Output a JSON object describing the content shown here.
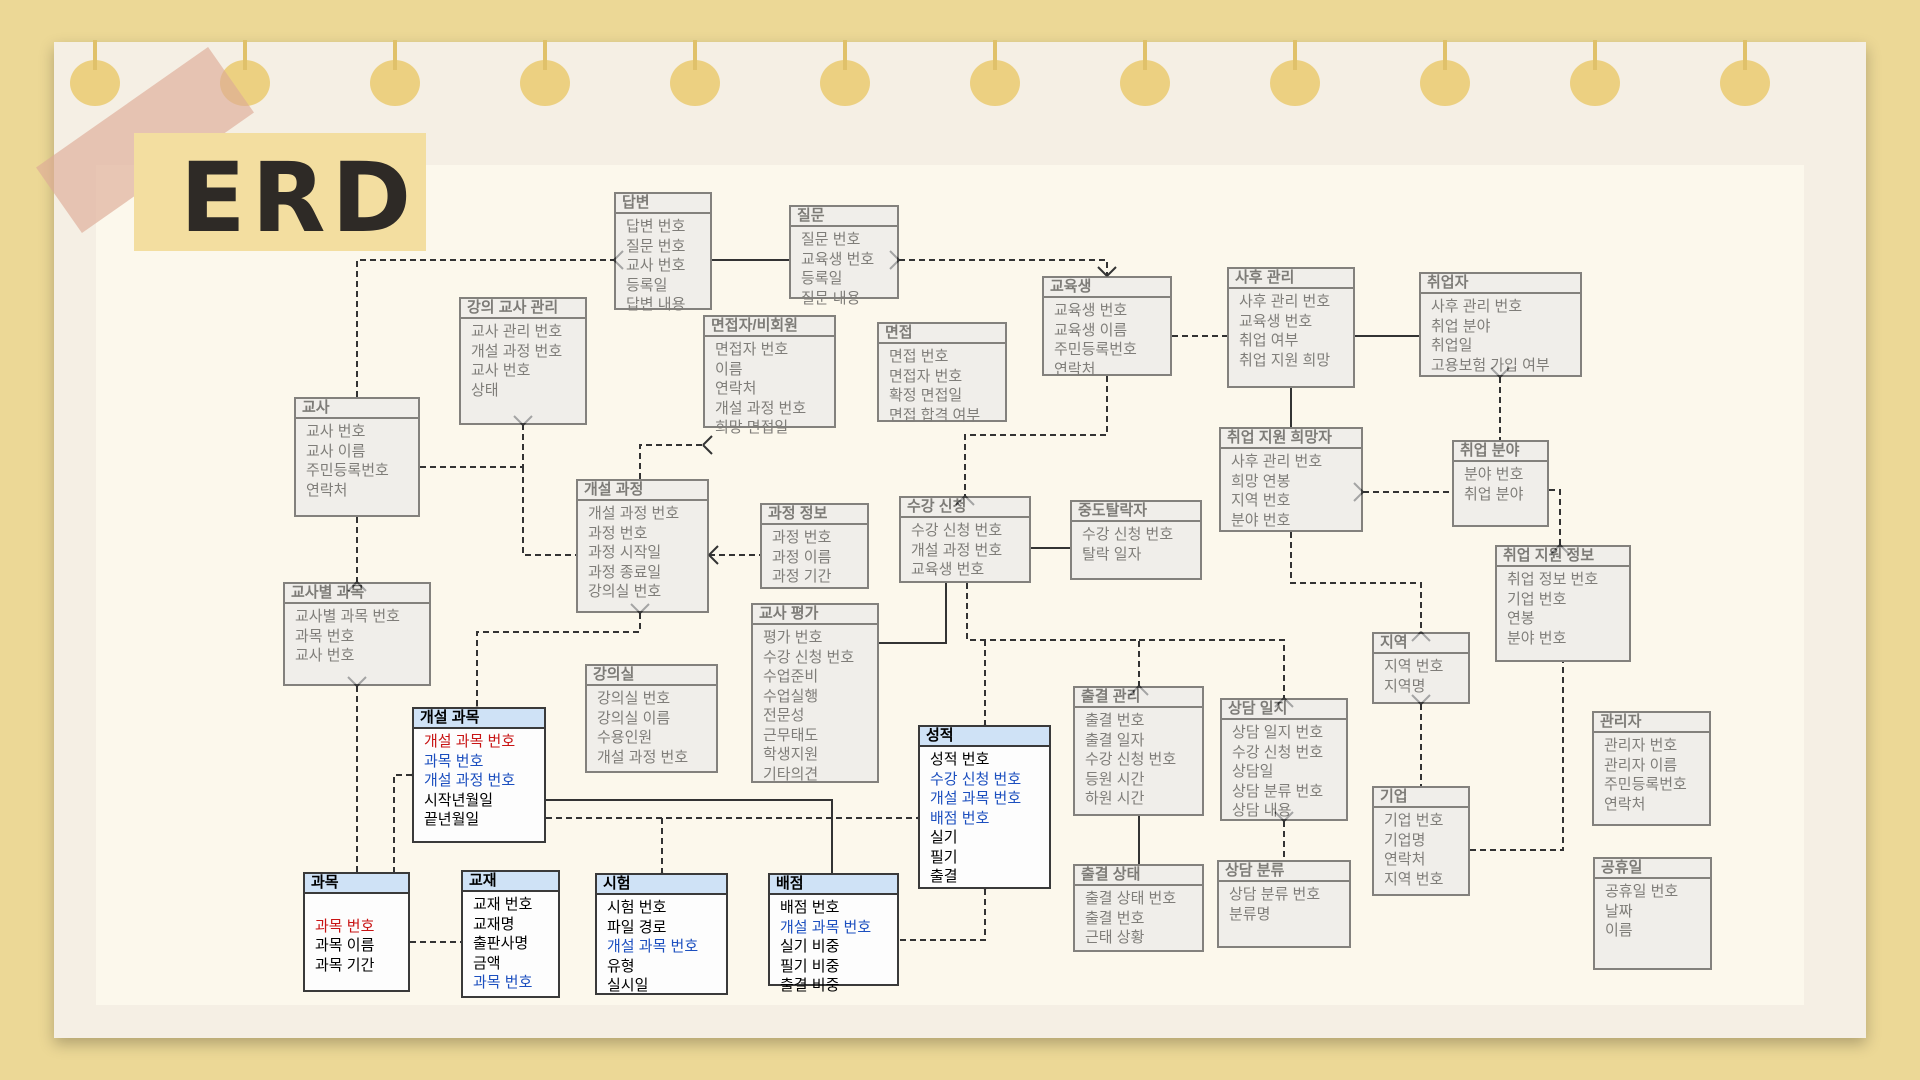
{
  "title": "ERD",
  "colors": {
    "background": "#ecd896",
    "paper": "#f5efe4",
    "line": "#333333",
    "red_attr": "#c81414",
    "blue_attr": "#1c4fbf",
    "highlight_header": "#cfe2f6"
  },
  "entities": [
    {
      "id": "answer",
      "name": "답변",
      "emphasis": "faded",
      "attributes": [
        {
          "text": "답변 번호"
        },
        {
          "text": "질문 번호"
        },
        {
          "text": "교사 번호"
        },
        {
          "text": "등록일"
        },
        {
          "text": "답변 내용"
        }
      ]
    },
    {
      "id": "question",
      "name": "질문",
      "emphasis": "faded",
      "attributes": [
        {
          "text": "질문 번호"
        },
        {
          "text": "교육생 번호"
        },
        {
          "text": "등록일"
        },
        {
          "text": "질문 내용"
        }
      ]
    },
    {
      "id": "course_teacher",
      "name": "강의 교사 관리",
      "emphasis": "faded",
      "attributes": [
        {
          "text": "교사 관리 번호"
        },
        {
          "text": "개설 과정 번호"
        },
        {
          "text": "교사 번호"
        },
        {
          "text": "상태"
        }
      ]
    },
    {
      "id": "interviewee",
      "name": "면접자/비회원",
      "emphasis": "faded",
      "attributes": [
        {
          "text": "면접자 번호"
        },
        {
          "text": "이름"
        },
        {
          "text": "연락처"
        },
        {
          "text": "개설 과정 번호"
        },
        {
          "text": "희망 면접일"
        }
      ]
    },
    {
      "id": "interview",
      "name": "면접",
      "emphasis": "faded",
      "attributes": [
        {
          "text": "면접 번호"
        },
        {
          "text": "면접자 번호"
        },
        {
          "text": "확정 면접일"
        },
        {
          "text": "면접 합격 여부"
        }
      ]
    },
    {
      "id": "student",
      "name": "교육생",
      "emphasis": "faded",
      "attributes": [
        {
          "text": "교육생 번호"
        },
        {
          "text": "교육생 이름"
        },
        {
          "text": "주민등록번호"
        },
        {
          "text": "연락처"
        }
      ]
    },
    {
      "id": "followup",
      "name": "사후 관리",
      "emphasis": "faded",
      "attributes": [
        {
          "text": "사후 관리 번호"
        },
        {
          "text": "교육생 번호"
        },
        {
          "text": "취업 여부"
        },
        {
          "text": "취업 지원 희망"
        }
      ]
    },
    {
      "id": "employee",
      "name": "취업자",
      "emphasis": "faded",
      "attributes": [
        {
          "text": "사후 관리 번호"
        },
        {
          "text": "취업 분야"
        },
        {
          "text": "취업일"
        },
        {
          "text": "고용보험 가입 여부"
        }
      ]
    },
    {
      "id": "teacher",
      "name": "교사",
      "emphasis": "faded",
      "attributes": [
        {
          "text": "교사 번호"
        },
        {
          "text": "교사 이름"
        },
        {
          "text": "주민등록번호"
        },
        {
          "text": "연락처"
        }
      ]
    },
    {
      "id": "job_seeker",
      "name": "취업 지원 희망자",
      "emphasis": "faded",
      "attributes": [
        {
          "text": "사후 관리 번호"
        },
        {
          "text": "희망 연봉"
        },
        {
          "text": "지역 번호"
        },
        {
          "text": "분야 번호"
        }
      ]
    },
    {
      "id": "job_field",
      "name": "취업 분야",
      "emphasis": "faded",
      "attributes": [
        {
          "text": "분야 번호"
        },
        {
          "text": "취업 분야"
        }
      ]
    },
    {
      "id": "open_course",
      "name": "개설 과정",
      "emphasis": "faded",
      "attributes": [
        {
          "text": "개설 과정 번호"
        },
        {
          "text": "과정 번호"
        },
        {
          "text": "과정 시작일"
        },
        {
          "text": "과정 종료일"
        },
        {
          "text": "강의실 번호"
        }
      ]
    },
    {
      "id": "course_info",
      "name": "과정 정보",
      "emphasis": "faded",
      "attributes": [
        {
          "text": "과정 번호"
        },
        {
          "text": "과정 이름"
        },
        {
          "text": "과정 기간"
        }
      ]
    },
    {
      "id": "enroll",
      "name": "수강 신청",
      "emphasis": "faded",
      "attributes": [
        {
          "text": "수강 신청 번호"
        },
        {
          "text": "개설 과정 번호"
        },
        {
          "text": "교육생 번호"
        }
      ]
    },
    {
      "id": "dropout",
      "name": "중도탈락자",
      "emphasis": "faded",
      "attributes": [
        {
          "text": "수강 신청 번호"
        },
        {
          "text": "탈락 일자"
        }
      ]
    },
    {
      "id": "job_info",
      "name": "취업 지원 정보",
      "emphasis": "faded",
      "attributes": [
        {
          "text": "취업 정보 번호"
        },
        {
          "text": "기업 번호"
        },
        {
          "text": "연봉"
        },
        {
          "text": "분야 번호"
        }
      ]
    },
    {
      "id": "teacher_subject",
      "name": "교사별 과목",
      "emphasis": "faded",
      "attributes": [
        {
          "text": "교사별 과목 번호"
        },
        {
          "text": "과목 번호"
        },
        {
          "text": "교사 번호"
        }
      ]
    },
    {
      "id": "teacher_eval",
      "name": "교사 평가",
      "emphasis": "faded",
      "attributes": [
        {
          "text": "평가 번호"
        },
        {
          "text": "수강 신청 번호"
        },
        {
          "text": "수업준비"
        },
        {
          "text": "수업실행"
        },
        {
          "text": "전문성"
        },
        {
          "text": "근무태도"
        },
        {
          "text": "학생지원"
        },
        {
          "text": "기타의견"
        }
      ]
    },
    {
      "id": "region",
      "name": "지역",
      "emphasis": "faded",
      "attributes": [
        {
          "text": "지역 번호"
        },
        {
          "text": "지역명"
        }
      ]
    },
    {
      "id": "classroom",
      "name": "강의실",
      "emphasis": "faded",
      "attributes": [
        {
          "text": "강의실 번호"
        },
        {
          "text": "강의실 이름"
        },
        {
          "text": "수용인원"
        },
        {
          "text": "개설 과정 번호"
        }
      ]
    },
    {
      "id": "attendance",
      "name": "출결 관리",
      "emphasis": "faded",
      "attributes": [
        {
          "text": "출결 번호"
        },
        {
          "text": "출결 일자"
        },
        {
          "text": "수강 신청 번호"
        },
        {
          "text": "등원 시간"
        },
        {
          "text": "하원 시간"
        }
      ]
    },
    {
      "id": "counsel_log",
      "name": "상담 일지",
      "emphasis": "faded",
      "attributes": [
        {
          "text": "상담 일지 번호"
        },
        {
          "text": "수강 신청 번호"
        },
        {
          "text": "상담일"
        },
        {
          "text": "상담 분류 번호"
        },
        {
          "text": "상담 내용"
        }
      ]
    },
    {
      "id": "admin",
      "name": "관리자",
      "emphasis": "faded",
      "attributes": [
        {
          "text": "관리자 번호"
        },
        {
          "text": "관리자 이름"
        },
        {
          "text": "주민등록번호"
        },
        {
          "text": "연락처"
        }
      ]
    },
    {
      "id": "open_subject",
      "name": "개설 과목",
      "emphasis": "bold",
      "attributes": [
        {
          "text": "개설 과목 번호",
          "color": "red"
        },
        {
          "text": "과목 번호",
          "color": "blue"
        },
        {
          "text": "개설 과정 번호",
          "color": "blue"
        },
        {
          "text": "시작년월일",
          "color": "black"
        },
        {
          "text": "끝년월일",
          "color": "black"
        }
      ]
    },
    {
      "id": "grade",
      "name": "성적",
      "emphasis": "bold",
      "attributes": [
        {
          "text": "성적 번호",
          "color": "black"
        },
        {
          "text": "수강 신청 번호",
          "color": "blue"
        },
        {
          "text": "개설 과목 번호",
          "color": "blue"
        },
        {
          "text": "배점 번호",
          "color": "blue"
        },
        {
          "text": "실기",
          "color": "black"
        },
        {
          "text": "필기",
          "color": "black"
        },
        {
          "text": "출결",
          "color": "black"
        }
      ]
    },
    {
      "id": "company",
      "name": "기업",
      "emphasis": "faded",
      "attributes": [
        {
          "text": "기업 번호"
        },
        {
          "text": "기업명"
        },
        {
          "text": "연락처"
        },
        {
          "text": "지역 번호"
        }
      ]
    },
    {
      "id": "holiday",
      "name": "공휴일",
      "emphasis": "faded",
      "attributes": [
        {
          "text": "공휴일 번호"
        },
        {
          "text": "날짜"
        },
        {
          "text": "이름"
        }
      ]
    },
    {
      "id": "subject",
      "name": "과목",
      "emphasis": "bold",
      "attributes": [
        {
          "text": "",
          "color": "black"
        },
        {
          "text": "과목 번호",
          "color": "red"
        },
        {
          "text": "과목 이름",
          "color": "black"
        },
        {
          "text": "과목 기간",
          "color": "black"
        }
      ]
    },
    {
      "id": "textbook",
      "name": "교재",
      "emphasis": "bold",
      "attributes": [
        {
          "text": "교재 번호",
          "color": "black"
        },
        {
          "text": "교재명",
          "color": "black"
        },
        {
          "text": "출판사명",
          "color": "black"
        },
        {
          "text": "금액",
          "color": "black"
        },
        {
          "text": "과목 번호",
          "color": "blue"
        }
      ]
    },
    {
      "id": "exam",
      "name": "시험",
      "emphasis": "bold",
      "attributes": [
        {
          "text": "시험 번호",
          "color": "black"
        },
        {
          "text": "파일 경로",
          "color": "black"
        },
        {
          "text": "개설 과목 번호",
          "color": "blue"
        },
        {
          "text": "유형",
          "color": "black"
        },
        {
          "text": "실시일",
          "color": "black"
        }
      ]
    },
    {
      "id": "score_weight",
      "name": "배점",
      "emphasis": "bold",
      "attributes": [
        {
          "text": "배점 번호",
          "color": "black"
        },
        {
          "text": "개설 과목 번호",
          "color": "blue"
        },
        {
          "text": "실기 비중",
          "color": "black"
        },
        {
          "text": "필기 비중",
          "color": "black"
        },
        {
          "text": "출결 비중",
          "color": "black"
        }
      ]
    },
    {
      "id": "attendance_status",
      "name": "출결 상태",
      "emphasis": "faded",
      "attributes": [
        {
          "text": "출결 상태 번호"
        },
        {
          "text": "출결 번호"
        },
        {
          "text": "근태 상황"
        }
      ]
    },
    {
      "id": "counsel_type",
      "name": "상담 분류",
      "emphasis": "faded",
      "attributes": [
        {
          "text": "상담 분류 번호"
        },
        {
          "text": "분류명"
        }
      ]
    }
  ]
}
